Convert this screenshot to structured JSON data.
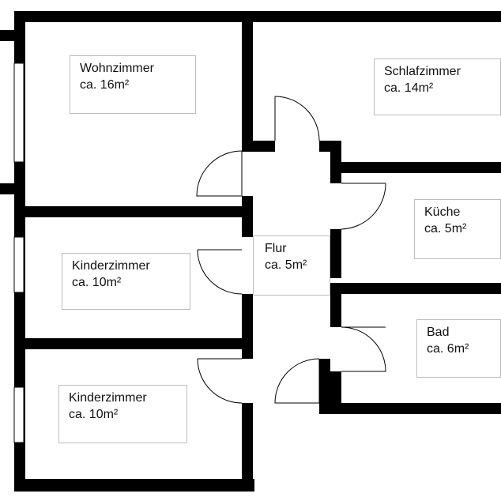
{
  "rooms": {
    "wohnzimmer": {
      "name": "Wohnzimmer",
      "area": "ca. 16m²"
    },
    "schlafzimmer": {
      "name": "Schlafzimmer",
      "area": "ca. 14m²"
    },
    "kueche": {
      "name": "Küche",
      "area": "ca. 5m²"
    },
    "flur": {
      "name": "Flur",
      "area": "ca. 5m²"
    },
    "kinderzimmer1": {
      "name": "Kinderzimmer",
      "area": "ca. 10m²"
    },
    "bad": {
      "name": "Bad",
      "area": "ca. 6m²"
    },
    "kinderzimmer2": {
      "name": "Kinderzimmer",
      "area": "ca. 10m²"
    }
  }
}
